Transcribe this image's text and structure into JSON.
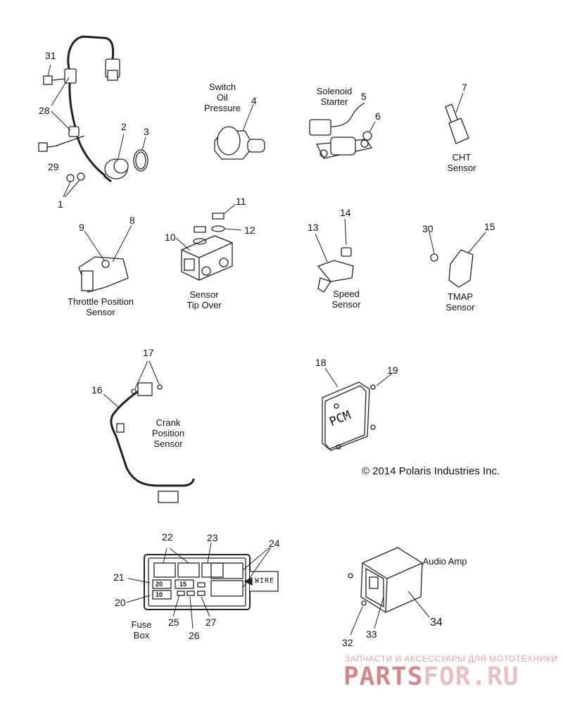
{
  "callouts": [
    "1",
    "2",
    "3",
    "4",
    "5",
    "6",
    "7",
    "8",
    "9",
    "10",
    "11",
    "12",
    "13",
    "14",
    "15",
    "16",
    "17",
    "18",
    "19",
    "20",
    "21",
    "22",
    "23",
    "24",
    "25",
    "26",
    "27",
    "28",
    "29",
    "30",
    "31",
    "32",
    "33",
    "34"
  ],
  "labels": {
    "switch_oil_pressure": [
      "Switch",
      "Oil",
      "Pressure"
    ],
    "solenoid_starter": [
      "Solenoid",
      "Starter"
    ],
    "cht_sensor": [
      "CHT",
      "Sensor"
    ],
    "throttle_position_sensor": [
      "Throttle Position",
      "Sensor"
    ],
    "sensor_tip_over": [
      "Sensor",
      "Tip Over"
    ],
    "speed_sensor": [
      "Speed",
      "Sensor"
    ],
    "tmap_sensor": [
      "TMAP",
      "Sensor"
    ],
    "crank_position_sensor": [
      "Crank",
      "Position",
      "Sensor"
    ],
    "fuse_box": [
      "Fuse",
      "Box"
    ],
    "audio_amp": "Audio Amp"
  },
  "copyright": "© 2014 Polaris Industries Inc.",
  "pcm_text": "PCM",
  "fuse_box": {
    "fuses": [
      "20",
      "15",
      "10"
    ],
    "wire_text": "WIRE"
  },
  "watermark": {
    "tagline": "ЗАПЧАСТИ И АКСЕССУАРЫ ДЛЯ МОТОТЕХНИКИ",
    "logo_a": "PARTS",
    "logo_b": "FOR.RU"
  }
}
